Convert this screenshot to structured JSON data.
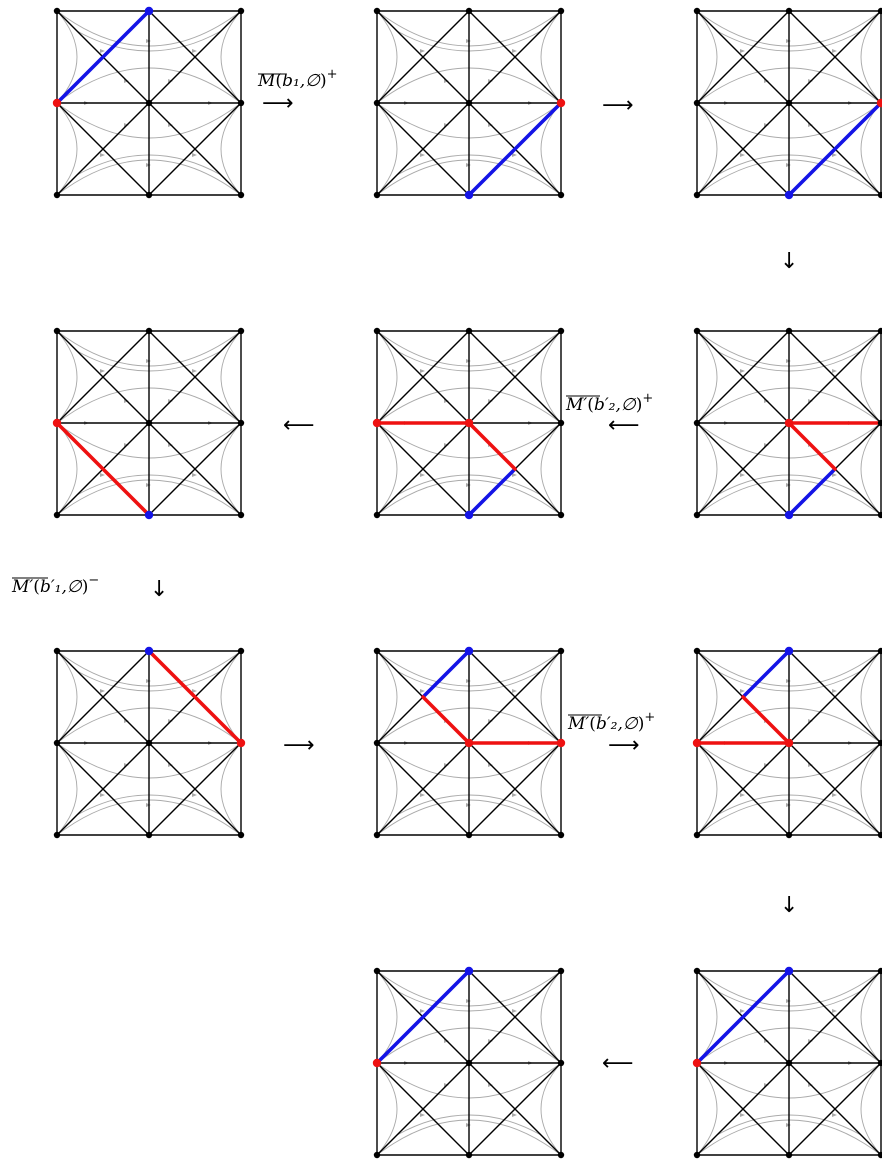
{
  "colors": {
    "grid": "#000000",
    "flow": "#aaaaaa",
    "highlight_blue": "#1414e6",
    "highlight_red": "#ee1111",
    "node": "#000000"
  },
  "labels": {
    "m1": {
      "sym": "M",
      "prime": "",
      "arg": "b₁,∅",
      "sign": "+"
    },
    "m2": {
      "sym": "M",
      "prime": "′",
      "arg": "b′₂,∅",
      "sign": "+"
    },
    "m3": {
      "sym": "M",
      "prime": "′",
      "arg": "b′₁,∅",
      "sign": "−"
    },
    "m4": {
      "sym": "M",
      "prime": "′",
      "arg": "b′₂,∅",
      "sign": "+"
    }
  },
  "arrows": {
    "right": "⟶",
    "left": "⟵",
    "down": "↓"
  },
  "panels": [
    {
      "id": "p1",
      "blue": [
        [
          "TL2",
          "ML"
        ]
      ],
      "red": [],
      "blue_nodes": [
        "TM"
      ],
      "red_nodes": [
        "ML"
      ]
    },
    {
      "id": "p2",
      "blue": [
        [
          "BM",
          "R_L"
        ]
      ],
      "red": [],
      "blue_nodes": [
        "BM"
      ],
      "red_nodes": [
        "MR"
      ]
    },
    {
      "id": "p3",
      "blue": [
        [
          "BM",
          "R_L"
        ]
      ],
      "red": [],
      "blue_nodes": [
        "BM"
      ],
      "red_nodes": [
        "MR"
      ]
    },
    {
      "id": "p4",
      "blue": [],
      "red": [
        [
          "ML",
          "BM"
        ]
      ],
      "blue_nodes": [
        "BM"
      ],
      "red_nodes": [
        "ML"
      ]
    },
    {
      "id": "p5",
      "blue": [
        [
          "BM",
          "Q4"
        ]
      ],
      "red": [
        [
          "ML",
          "C"
        ],
        [
          "C",
          "Q4"
        ]
      ],
      "blue_nodes": [
        "BM"
      ],
      "red_nodes": [
        "ML",
        "C"
      ]
    },
    {
      "id": "p6",
      "blue": [
        [
          "BM",
          "Q4"
        ]
      ],
      "red": [
        [
          "MR",
          "C"
        ],
        [
          "C",
          "Q4"
        ]
      ],
      "blue_nodes": [
        "BM"
      ],
      "red_nodes": [
        "C"
      ]
    },
    {
      "id": "p7",
      "blue": [],
      "red": [
        [
          "TM",
          "MR"
        ]
      ],
      "blue_nodes": [
        "TM"
      ],
      "red_nodes": [
        "MR"
      ]
    },
    {
      "id": "p8",
      "blue": [
        [
          "TM",
          "Q1"
        ]
      ],
      "red": [
        [
          "Q1",
          "C"
        ],
        [
          "C",
          "MR"
        ]
      ],
      "blue_nodes": [
        "TM"
      ],
      "red_nodes": [
        "C",
        "MR"
      ]
    },
    {
      "id": "p9",
      "blue": [
        [
          "TM",
          "Q1"
        ]
      ],
      "red": [
        [
          "Q1",
          "C"
        ],
        [
          "C",
          "ML"
        ]
      ],
      "blue_nodes": [
        "TM"
      ],
      "red_nodes": [
        "ML",
        "C"
      ]
    },
    {
      "id": "p10",
      "blue": [
        [
          "TM",
          "ML"
        ]
      ],
      "red": [],
      "blue_nodes": [
        "TM"
      ],
      "red_nodes": [
        "ML"
      ]
    },
    {
      "id": "p11",
      "blue": [
        [
          "TM",
          "ML"
        ]
      ],
      "red": [],
      "blue_nodes": [
        "TM"
      ],
      "red_nodes": [
        "ML"
      ]
    }
  ]
}
